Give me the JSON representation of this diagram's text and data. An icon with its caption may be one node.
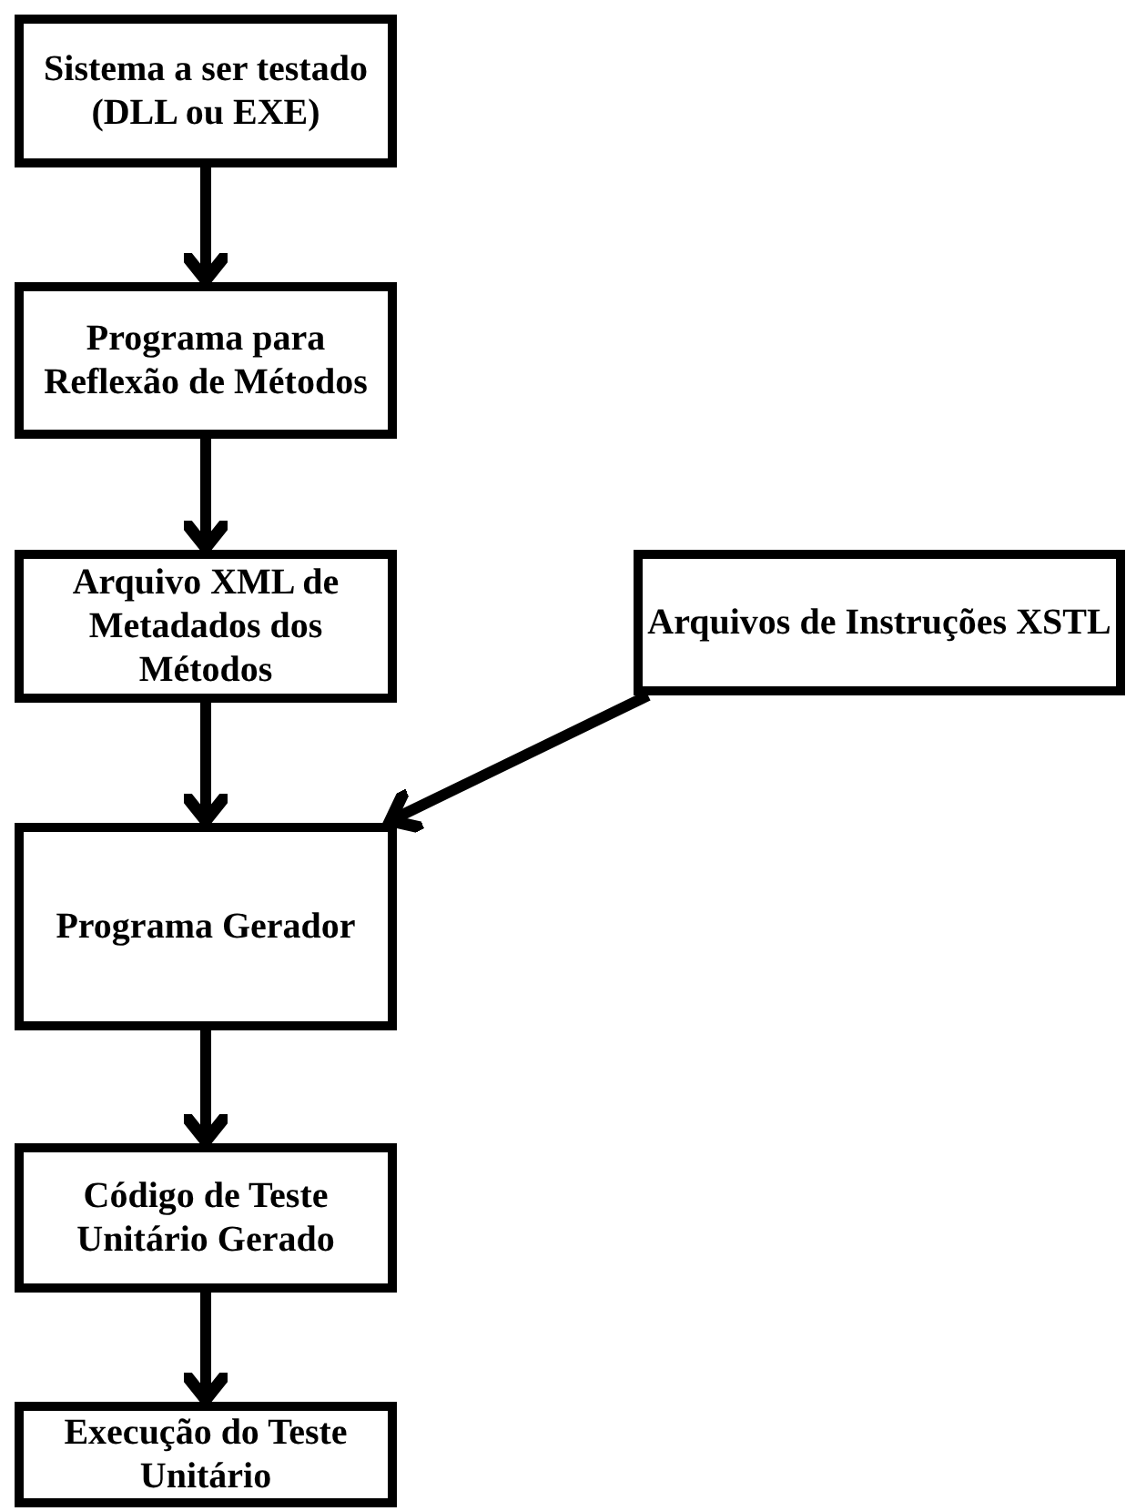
{
  "diagram": {
    "nodes": [
      {
        "text": [
          "Sistema a ser testado (DLL ou EXE)"
        ]
      },
      {
        "text": [
          "Programa para Reflexão de Métodos"
        ]
      },
      {
        "text": [
          "Arquivo XML de Metadados dos Métodos"
        ]
      },
      {
        "text": [
          "Arquivos de Instruções XSTL"
        ]
      },
      {
        "text": [
          "Programa Gerador"
        ]
      },
      {
        "text": [
          "Código de Teste Unitário Gerado"
        ]
      },
      {
        "text": [
          "Execução do Teste Unitário"
        ]
      }
    ],
    "edges": [
      {
        "from": 0,
        "to": 1,
        "arrow": "to"
      },
      {
        "from": 1,
        "to": 2,
        "arrow": "to"
      },
      {
        "from": 2,
        "to": 4,
        "arrow": "to"
      },
      {
        "from": 3,
        "to": 4,
        "arrow": "to"
      },
      {
        "from": 4,
        "to": 5,
        "arrow": "to"
      },
      {
        "from": 5,
        "to": 6,
        "arrow": "to"
      }
    ]
  }
}
